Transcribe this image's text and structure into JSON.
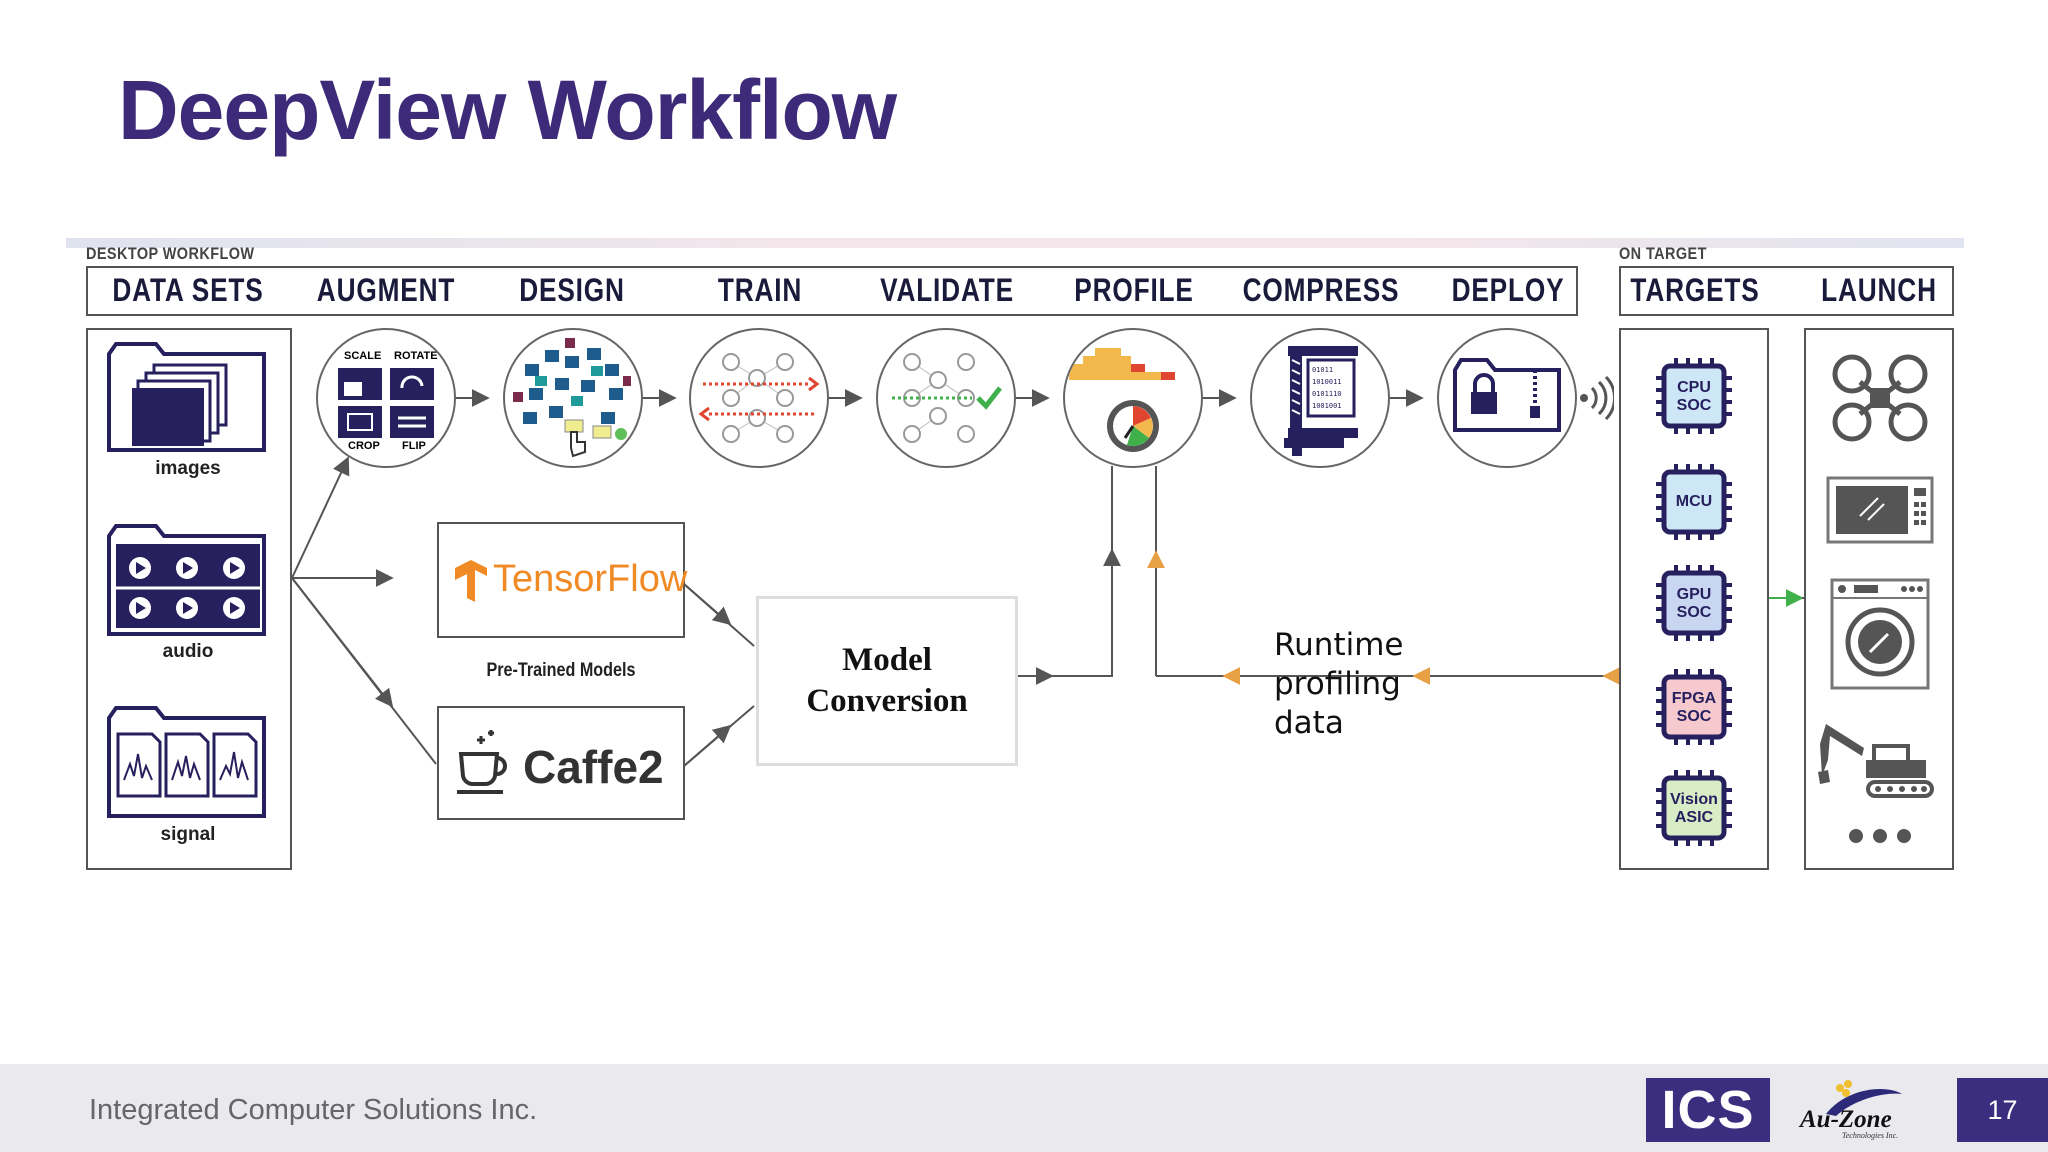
{
  "title": "DeepView Workflow",
  "section_labels": {
    "desktop": "DESKTOP WORKFLOW",
    "target": "ON TARGET"
  },
  "stages": [
    "DATA SETS",
    "AUGMENT",
    "DESIGN",
    "TRAIN",
    "VALIDATE",
    "PROFILE",
    "COMPRESS",
    "DEPLOY",
    "TARGETS",
    "LAUNCH"
  ],
  "datasets": [
    "images",
    "audio",
    "signal"
  ],
  "augment_labels": [
    "SCALE",
    "ROTATE",
    "CROP",
    "FLIP"
  ],
  "models": {
    "tensorflow": "TensorFlow",
    "caffe": "Caffe2",
    "caption": "Pre-Trained Models"
  },
  "model_conversion": {
    "line1": "Model",
    "line2": "Conversion"
  },
  "runtime_profiling": {
    "line1": "Runtime profiling",
    "line2": "data"
  },
  "compress_bits": [
    "01011",
    "1010011",
    "0101110",
    "1001001"
  ],
  "targets": [
    {
      "line1": "CPU",
      "line2": "SOC",
      "color": "#cde7f7"
    },
    {
      "line1": "MCU",
      "line2": "",
      "color": "#cde7f7"
    },
    {
      "line1": "GPU",
      "line2": "SOC",
      "color": "#c9d6f2"
    },
    {
      "line1": "FPGA",
      "line2": "SOC",
      "color": "#f6c9cf"
    },
    {
      "line1": "Vision",
      "line2": "ASIC",
      "color": "#d8ecc6"
    }
  ],
  "colors": {
    "brand": "#3d2a78",
    "chip_border": "#27205e",
    "orange": "#e8a045",
    "red": "#e0452f",
    "green": "#3fb04a"
  },
  "footer": {
    "company": "Integrated Computer Solutions Inc.",
    "logo": "ICS",
    "partner": "Au-Zone",
    "partner_sub": "Technologies Inc.",
    "page": "17"
  }
}
